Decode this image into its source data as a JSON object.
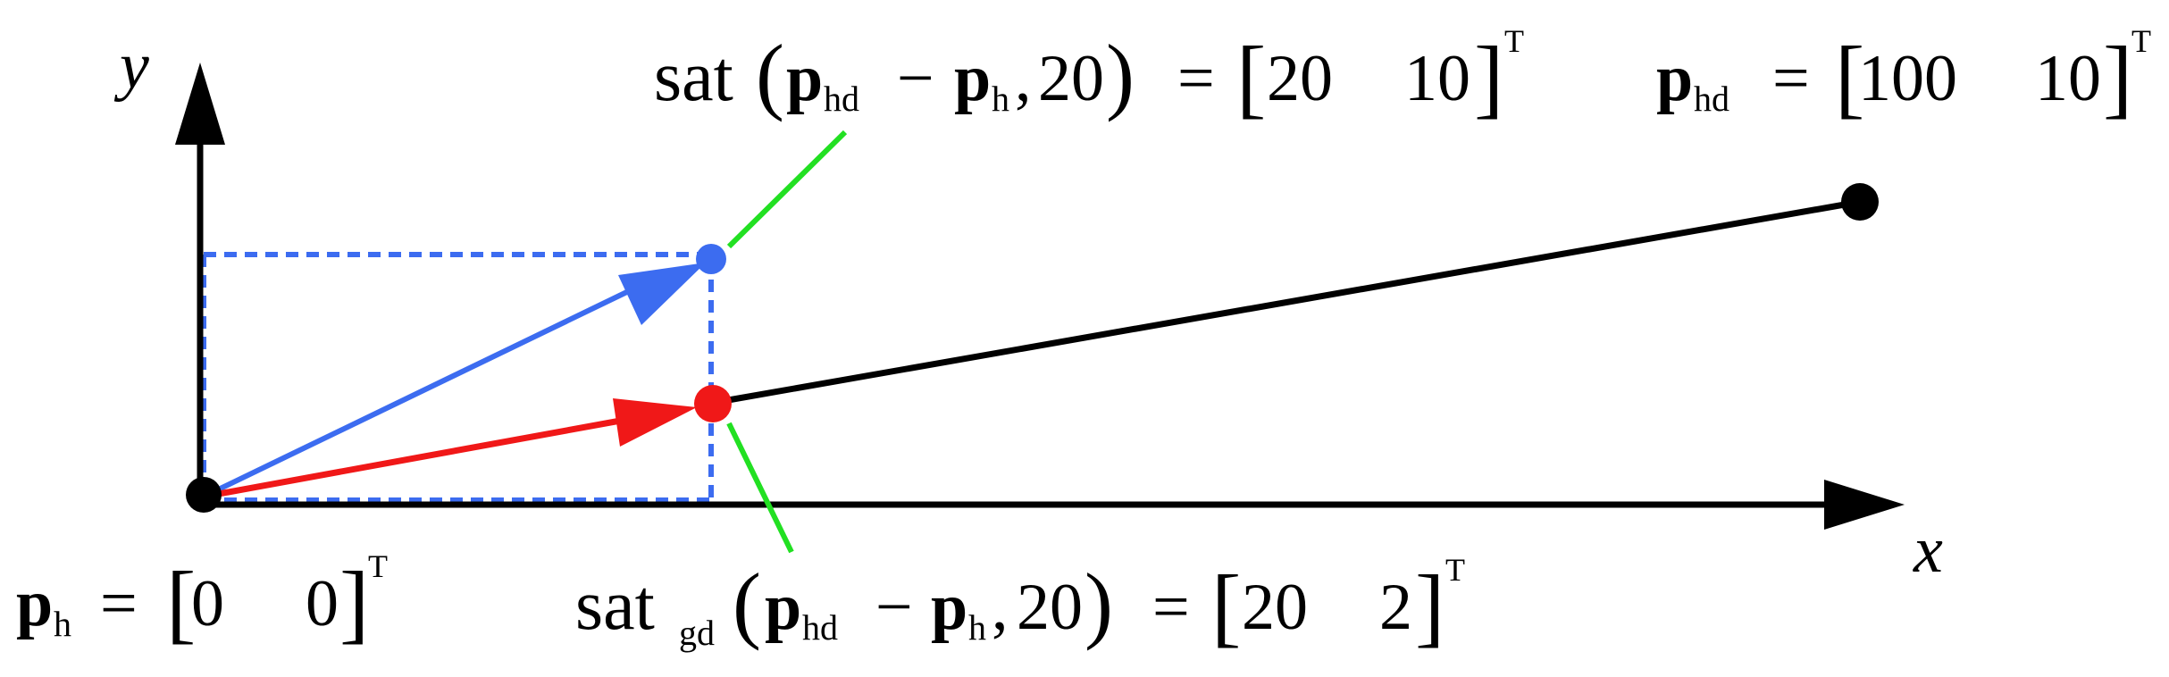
{
  "axes": {
    "x_label": "x",
    "y_label": "y"
  },
  "labels": {
    "ph": {
      "symbol": "p",
      "subscript": "h",
      "eq": "=",
      "left_bracket": "[",
      "v1": "0",
      "v2": "0",
      "right_bracket": "]",
      "transpose": "T"
    },
    "phd": {
      "symbol": "p",
      "subscript": "hd",
      "eq": "=",
      "left_bracket": "[",
      "v1": "100",
      "v2": "10",
      "right_bracket": "]",
      "transpose": "T"
    },
    "sat": {
      "func": "sat",
      "open_paren": "(",
      "p1": "p",
      "p1_sub": "hd",
      "minus": "−",
      "p2": "p",
      "p2_sub": "h",
      "comma": ",",
      "arg": "20",
      "close_paren": ")",
      "eq": "=",
      "left_bracket": "[",
      "v1": "20",
      "v2": "10",
      "right_bracket": "]",
      "transpose": "T"
    },
    "satgd": {
      "func": "sat",
      "func_sub": "gd",
      "open_paren": "(",
      "p1": "p",
      "p1_sub": "hd",
      "minus": "−",
      "p2": "p",
      "p2_sub": "h",
      "comma": ",",
      "arg": "20",
      "close_paren": ")",
      "eq": "=",
      "left_bracket": "[",
      "v1": "20",
      "v2": "2",
      "right_bracket": "]",
      "transpose": "T"
    }
  },
  "colors": {
    "axis": "#000000",
    "blue": "#3c6cf0",
    "red": "#f01818",
    "green": "#22e022",
    "black_point": "#000000"
  }
}
